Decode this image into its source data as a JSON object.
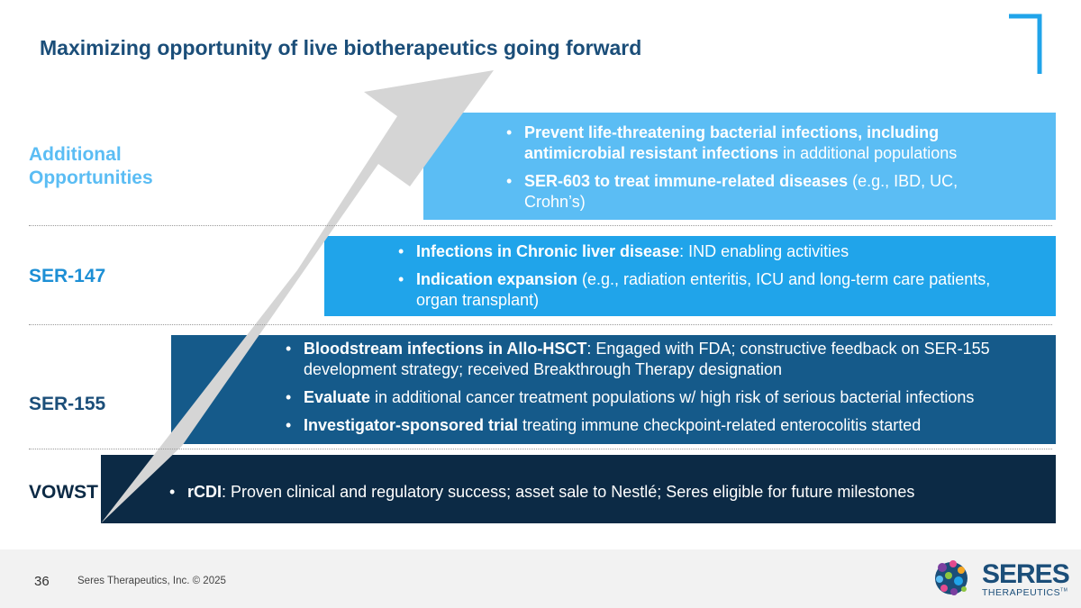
{
  "title": "Maximizing opportunity of live biotherapeutics going forward",
  "colors": {
    "title": "#1b4e79",
    "band_additional": "#5bbdf4",
    "band_ser147": "#20a4ea",
    "band_ser155": "#155a8a",
    "band_vowst": "#0c2a45",
    "arrow": "#d5d5d5",
    "label_light": "#5bbdf4",
    "label_mid": "#1d8fd5",
    "label_dark": "#1b4e79",
    "label_darkest": "#0c2a45"
  },
  "rows": {
    "additional": {
      "label": "Additional Opportunities",
      "bullets": [
        {
          "bold": "Prevent life-threatening bacterial infections, including antimicrobial resistant infections",
          "rest": " in additional populations"
        },
        {
          "bold": "SER-603 to treat immune-related diseases",
          "rest": " (e.g., IBD, UC, Crohn’s)"
        }
      ]
    },
    "ser147": {
      "label": "SER-147",
      "bullets": [
        {
          "bold": "Infections in Chronic liver disease",
          "rest": ": IND enabling activities"
        },
        {
          "bold": "Indication expansion",
          "rest": " (e.g., radiation enteritis, ICU and long-term care patients, organ transplant)"
        }
      ]
    },
    "ser155": {
      "label": "SER-155",
      "bullets": [
        {
          "bold": "Bloodstream infections in Allo-HSCT",
          "rest": ": Engaged with FDA; constructive feedback on SER-155 development strategy; received Breakthrough Therapy designation"
        },
        {
          "bold": "Evaluate",
          "rest": " in additional cancer treatment populations w/ high risk of serious bacterial infections"
        },
        {
          "bold": "Investigator-sponsored trial",
          "rest": " treating immune checkpoint-related enterocolitis started"
        }
      ]
    },
    "vowst": {
      "label": "VOWST",
      "bullets": [
        {
          "bold": "rCDI",
          "rest": ":  Proven clinical and regulatory success; asset sale to Nestlé; Seres eligible for future milestones"
        }
      ]
    }
  },
  "footer": {
    "page_number": "36",
    "copyright": "Seres Therapeutics, Inc. © 2025",
    "logo_name": "SERES",
    "logo_sub": "THERAPEUTICS",
    "logo_tm": "TM"
  }
}
